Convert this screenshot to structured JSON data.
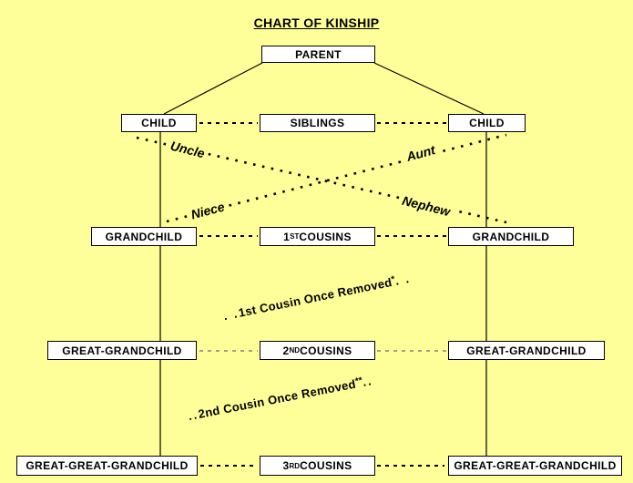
{
  "title": "CHART OF KINSHIP",
  "colors": {
    "background": "#FFFF99",
    "box_background": "#FFFFFF",
    "line_black": "#000000",
    "dash_gray": "#808080"
  },
  "generation_boxes": {
    "parent": "PARENT",
    "child_left": "CHILD",
    "child_right": "CHILD",
    "grandchild_left": "GRANDCHILD",
    "grandchild_right": "GRANDCHILD",
    "great_grandchild_left": "GREAT-GRANDCHILD",
    "great_grandchild_right": "GREAT-GRANDCHILD",
    "great_great_grandchild_left": "GREAT-GREAT-GRANDCHILD",
    "great_great_grandchild_right": "GREAT-GREAT-GRANDCHILD"
  },
  "relation_boxes": {
    "siblings": "SIBLINGS",
    "first_cousins": {
      "num": "1",
      "ord": "ST",
      "rest": " COUSINS"
    },
    "second_cousins": {
      "num": "2",
      "ord": "ND",
      "rest": " COUSINS"
    },
    "third_cousins": {
      "num": "3",
      "ord": "RD",
      "rest": " COUSINS"
    }
  },
  "diagonal_labels": {
    "uncle": "Uncle",
    "aunt": "Aunt",
    "niece": "Niece",
    "nephew": "Nephew",
    "first_cousin_once_removed": {
      "lead": ". .",
      "text": "1st Cousin Once Removed",
      "sup": "*",
      "trail": ". ."
    },
    "second_cousin_once_removed": {
      "lead": "..",
      "text": "2nd Cousin Once Removed",
      "sup": "**",
      "trail": ".."
    }
  }
}
